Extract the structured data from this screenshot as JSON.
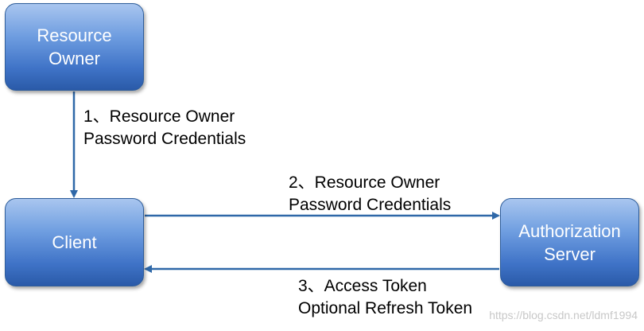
{
  "nodes": {
    "resource_owner": [
      "Resource",
      "Owner"
    ],
    "client": [
      "Client"
    ],
    "authorization_server": [
      "Authorization",
      "Server"
    ]
  },
  "edges": [
    {
      "from": "resource_owner",
      "to": "client",
      "label": [
        "1、Resource Owner",
        "Password Credentials"
      ]
    },
    {
      "from": "client",
      "to": "authorization_server",
      "label": [
        "2、Resource Owner",
        "Password Credentials"
      ]
    },
    {
      "from": "authorization_server",
      "to": "client",
      "label": [
        "3、Access Token",
        "Optional Refresh Token"
      ]
    }
  ],
  "watermark": "https://blog.csdn.net/ldmf1994",
  "colors": {
    "node_fill_top": "#a9c6ef",
    "node_fill_bottom": "#2a5aa8",
    "node_text": "#ffffff",
    "arrow": "#2f68a8"
  }
}
